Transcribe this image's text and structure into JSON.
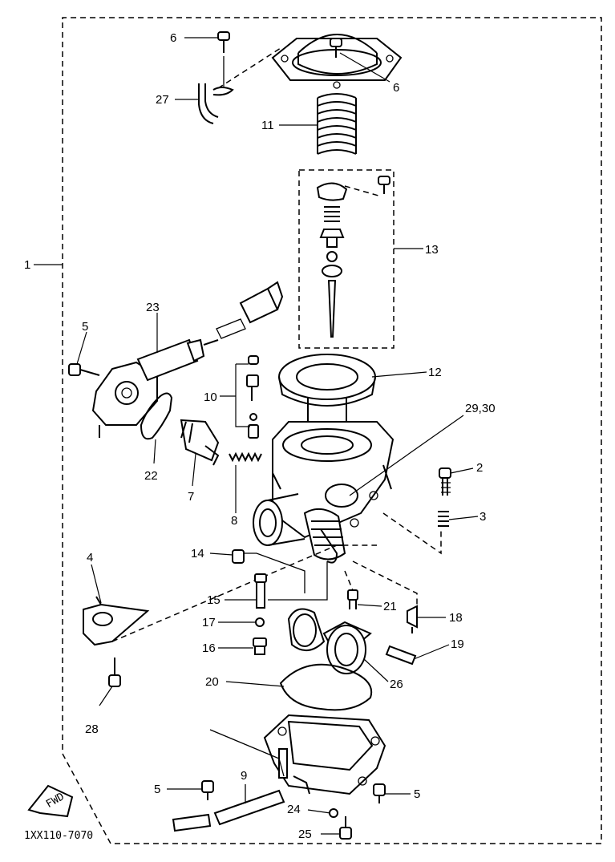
{
  "drawing_ref": "1XX110-7070",
  "fwd_label": "FWD",
  "callouts": {
    "c1": "1",
    "c2": "2",
    "c3": "3",
    "c4": "4",
    "c5a": "5",
    "c5b": "5",
    "c5c": "5",
    "c6a": "6",
    "c6b": "6",
    "c7": "7",
    "c8": "8",
    "c9": "9",
    "c10": "10",
    "c11": "11",
    "c12": "12",
    "c13": "13",
    "c14": "14",
    "c15": "15",
    "c16": "16",
    "c17": "17",
    "c18": "18",
    "c19": "19",
    "c20": "20",
    "c21": "21",
    "c22": "22",
    "c23": "23",
    "c24": "24",
    "c25": "25",
    "c26": "26",
    "c27": "27",
    "c28": "28",
    "c2930": "29,30"
  }
}
